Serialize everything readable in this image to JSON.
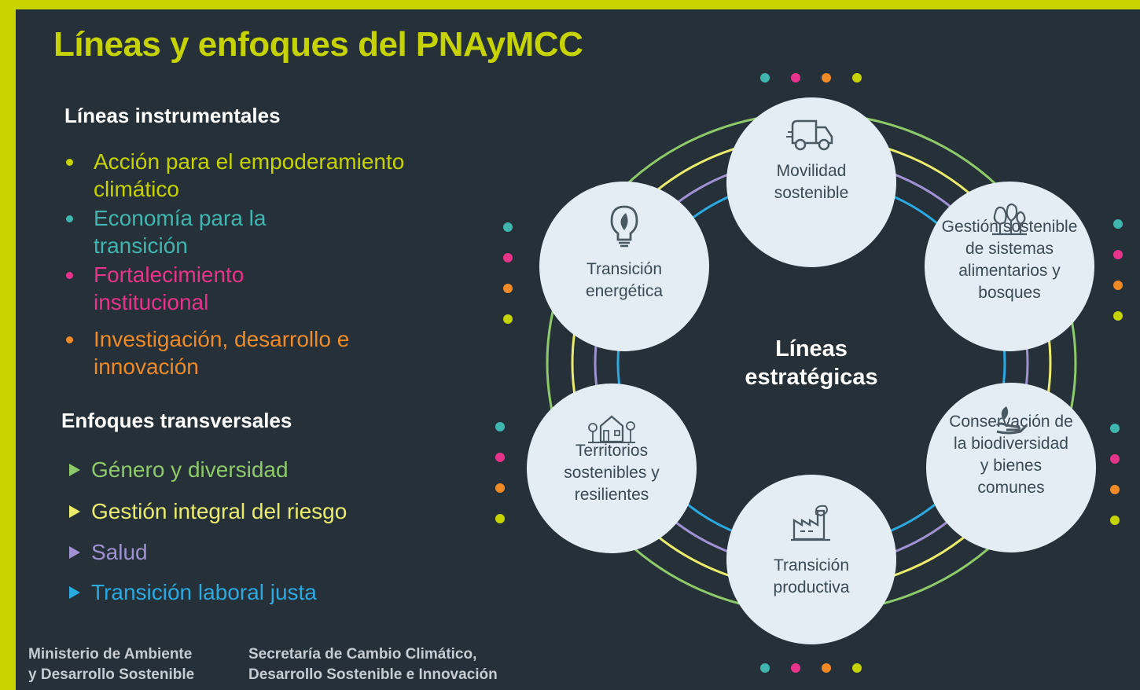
{
  "title": "Líneas y enfoques del PNAyMCC",
  "instrumental": {
    "heading": "Líneas instrumentales",
    "items": [
      {
        "label": "Acción para el empoderamiento climático",
        "color": "#c7d300"
      },
      {
        "label": "Economía para la transición",
        "color": "#3fb6b0"
      },
      {
        "label": "Fortalecimiento institucional",
        "color": "#e8338a"
      },
      {
        "label": "Investigación, desarrollo e innovación",
        "color": "#ef8a26"
      }
    ]
  },
  "transversal": {
    "heading": "Enfoques transversales",
    "items": [
      {
        "label": "Género y diversidad",
        "color": "#8ec96a"
      },
      {
        "label": "Gestión integral del riesgo",
        "color": "#ecec6c"
      },
      {
        "label": "Salud",
        "color": "#9f91d2"
      },
      {
        "label": "Transición laboral justa",
        "color": "#2ba9e1"
      }
    ]
  },
  "diagram": {
    "center_label": "Líneas\nestratégicas",
    "nodes": [
      {
        "label": "Movilidad\nsostenible",
        "icon": "truck-icon"
      },
      {
        "label": "Gestión sostenible\nde sistemas\nalimentarios y\nbosques",
        "icon": "trees-icon"
      },
      {
        "label": "Conservación de\nla biodiversidad\ny bienes\ncomunes",
        "icon": "hand-leaf-icon"
      },
      {
        "label": "Transición\nproductiva",
        "icon": "factory-icon"
      },
      {
        "label": "Territorios\nsostenibles y\nresilientes",
        "icon": "houses-icon"
      },
      {
        "label": "Transición\nenergética",
        "icon": "lightbulb-leaf-icon"
      }
    ],
    "ring_colors": [
      "#8ec96a",
      "#ecec6c",
      "#9f91d2",
      "#2ba9e1"
    ],
    "dot_colors": [
      "#3fb6b0",
      "#e8338a",
      "#ef8a26",
      "#c7d300"
    ]
  },
  "footer": {
    "ministry": "Ministerio de Ambiente\ny Desarrollo Sostenible",
    "secretariat": "Secretaría de Cambio Climático,\nDesarrollo Sostenible e Innovación"
  },
  "colors": {
    "frame": "#c9d300",
    "background": "#253038",
    "title": "#c7d300",
    "node_fill": "#e3edf3",
    "node_text": "#3b4a54"
  }
}
